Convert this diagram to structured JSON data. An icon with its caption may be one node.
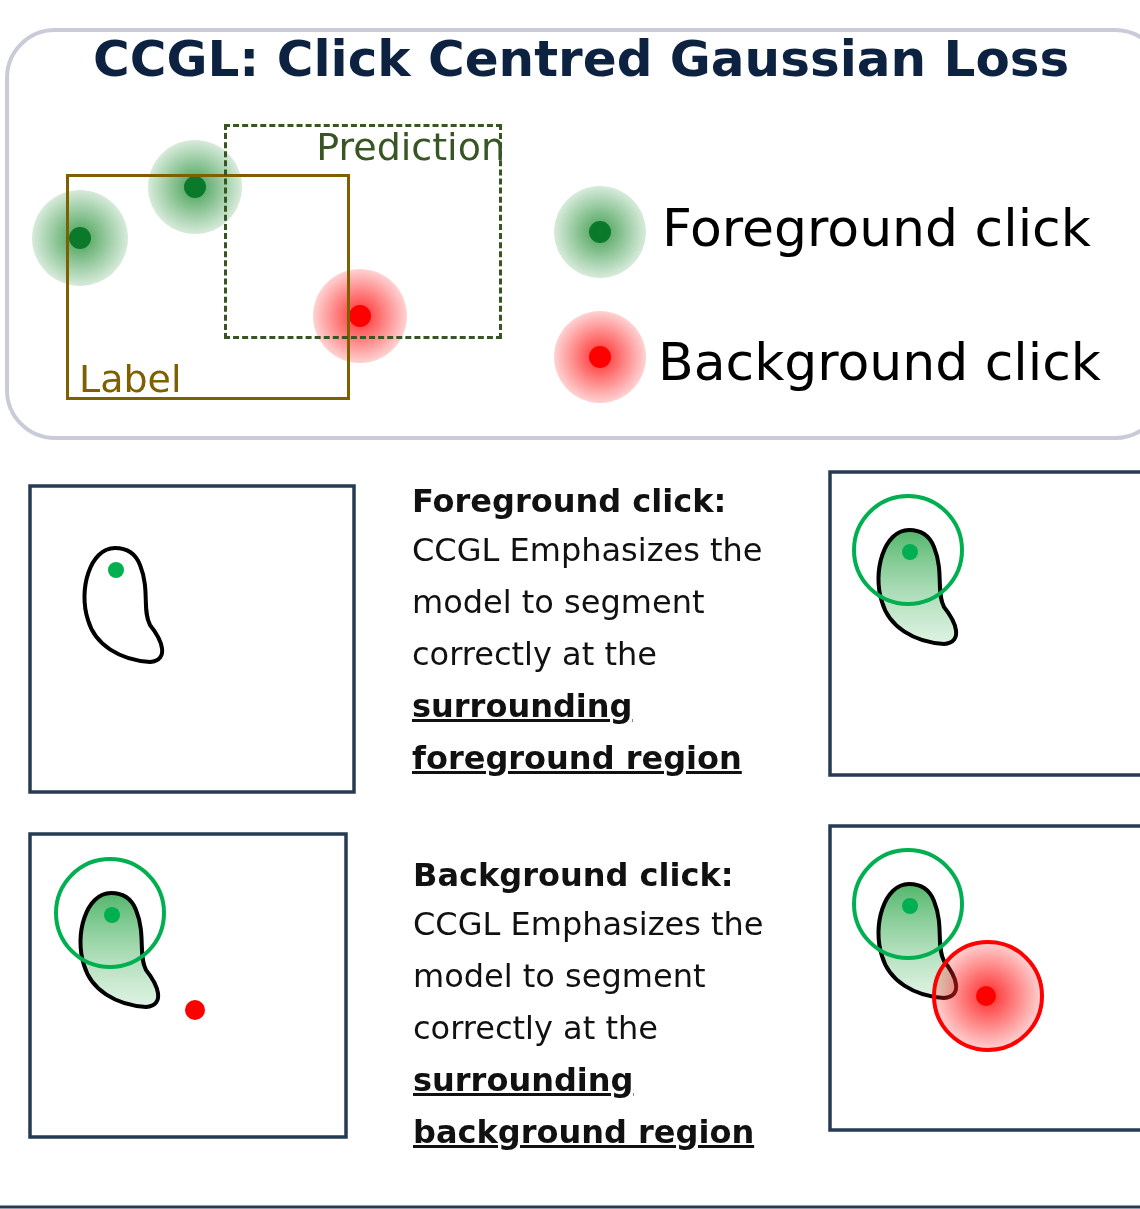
{
  "diagram": {
    "nodes": [
      {
        "text": [
          "CCGL: Click Centred Gaussian Loss"
        ]
      },
      {
        "text": [
          "Label"
        ],
        "in": 0
      },
      {
        "text": [
          "Prediction"
        ],
        "in": 0
      }
    ],
    "labels": [
      "**Foreground click:** CCGL Emphasizes the model to segment correctly at the **surrounding foreground region**",
      "**Background click:** CCGL Emphasizes the model to segment correctly at the **surrounding background region**"
    ],
    "legend": [
      {
        "text": "Foreground click"
      },
      {
        "text": "Background click"
      }
    ]
  }
}
